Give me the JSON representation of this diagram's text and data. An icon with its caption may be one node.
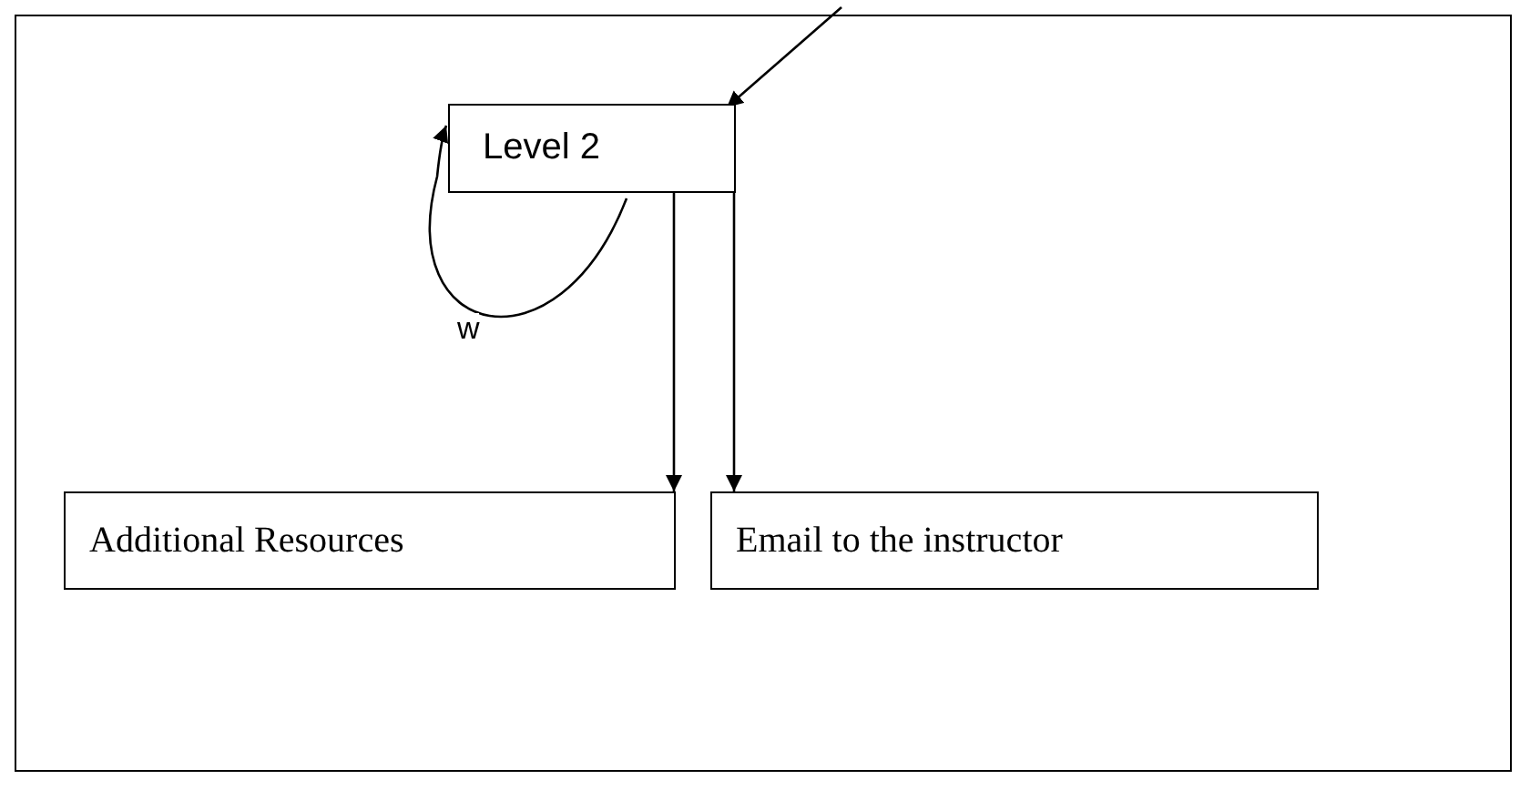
{
  "diagram": {
    "nodes": [
      {
        "text": [
          "Level 2"
        ]
      },
      {
        "text": [
          "Additional Resources"
        ]
      },
      {
        "text": [
          "Email to the instructor"
        ]
      }
    ],
    "edges": [
      {
        "from": null,
        "to": 0,
        "arrow": "to"
      },
      {
        "from": 0,
        "to": 0,
        "arrow": "to",
        "label": "w"
      },
      {
        "from": 0,
        "to": 1,
        "arrow": "to"
      },
      {
        "from": 0,
        "to": 2,
        "arrow": "to"
      }
    ]
  }
}
